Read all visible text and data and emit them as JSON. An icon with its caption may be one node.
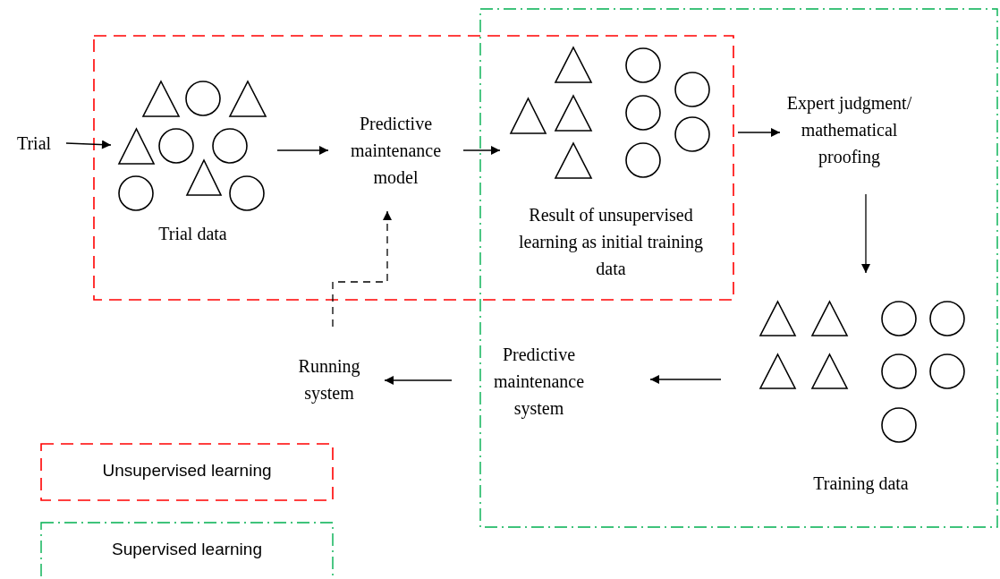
{
  "diagram": {
    "nodes": [
      {
        "text": [
          "Trial"
        ]
      },
      {
        "text": [
          "Trial data"
        ]
      },
      {
        "text": [
          "Predictive maintenance model"
        ]
      },
      {
        "text": [
          "Result of unsupervised learning as initial training data"
        ]
      },
      {
        "text": [
          "Expert judgment/ mathematical proofing"
        ]
      },
      {
        "text": [
          "Training data"
        ]
      },
      {
        "text": [
          "Predictive maintenance system"
        ]
      },
      {
        "text": [
          "Running system"
        ]
      }
    ],
    "edges": [
      {
        "from": 0,
        "to": 1,
        "arrow": "to"
      },
      {
        "from": 1,
        "to": 2,
        "arrow": "to"
      },
      {
        "from": 2,
        "to": 3,
        "arrow": "to"
      },
      {
        "from": 3,
        "to": 4,
        "arrow": "to"
      },
      {
        "from": 4,
        "to": 5,
        "arrow": "to"
      },
      {
        "from": 5,
        "to": 6,
        "arrow": "to"
      },
      {
        "from": 6,
        "to": 7,
        "arrow": "to"
      },
      {
        "from": 7,
        "to": 2,
        "arrow": "to",
        "style": "dashed"
      }
    ],
    "legend": [
      {
        "text": "Unsupervised learning"
      },
      {
        "text": "Supervised learning"
      }
    ]
  }
}
